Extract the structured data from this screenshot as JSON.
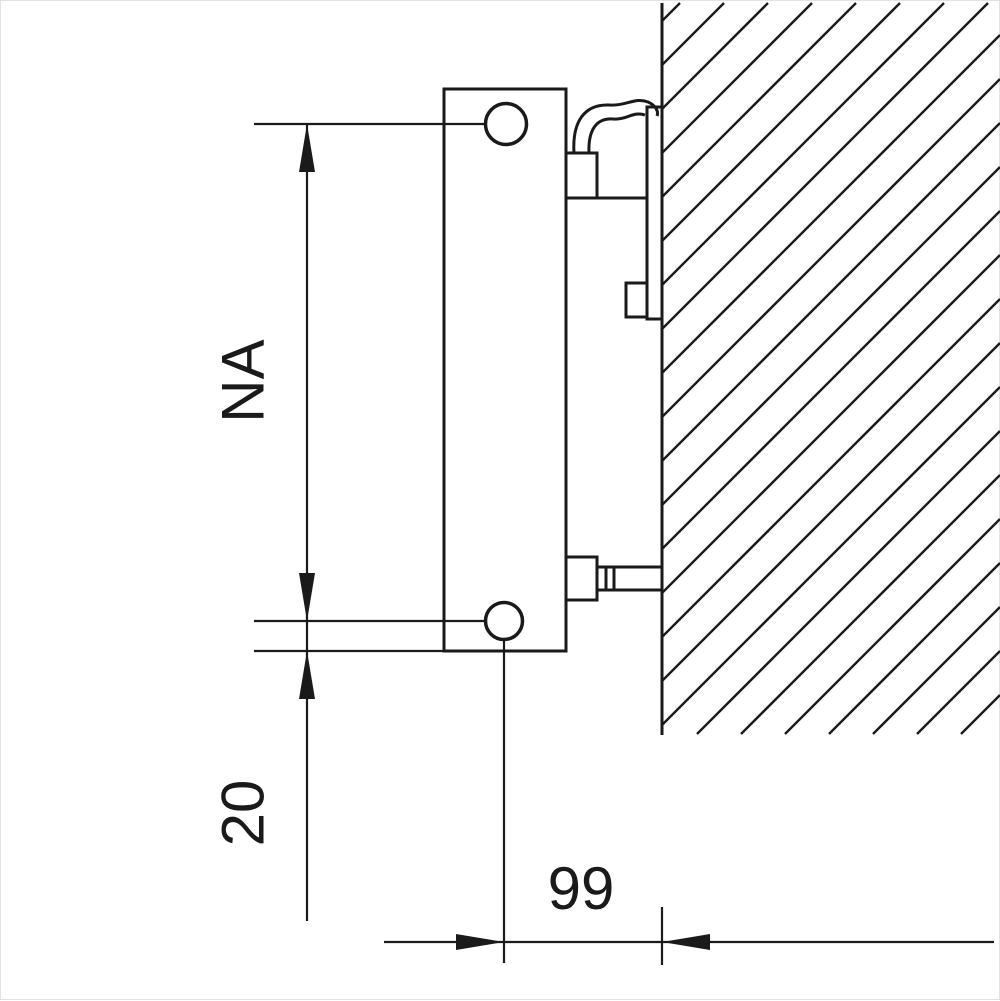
{
  "drawing": {
    "labels": {
      "vertical_hub_distance": "NA",
      "bottom_hub_to_edge": "20",
      "hub_to_wall": "99"
    },
    "colors": {
      "line": "#1a1a1a",
      "background": "#ffffff"
    }
  }
}
